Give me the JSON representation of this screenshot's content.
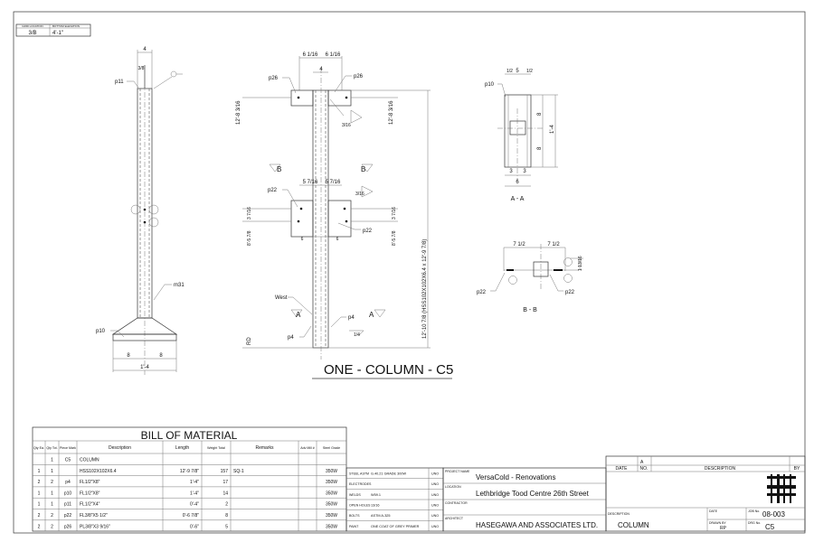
{
  "grid_box": {
    "grid_location_label": "GRID LOCATION",
    "bottom_elevation_label": "BOTTOM ELEVATION",
    "grid_location": "3/B",
    "bottom_elevation": "4'-1\""
  },
  "side_view": {
    "top_width": "4",
    "plate_thk": "3/8",
    "p11": "p11",
    "m31": "m31",
    "p10": "p10",
    "half_left": "8",
    "half_right": "8",
    "base_width": "1'-4"
  },
  "front_view": {
    "top_left": "6 1/16",
    "top_right": "6 1/16",
    "tube": "4",
    "p26_left": "p26",
    "p26_right": "p26",
    "elev_top_left": "12'-8 3/16",
    "elev_top_right": "12'-8 3/16",
    "weld_top": "3/16",
    "section_b_left": "B",
    "section_b_right": "B",
    "mid_left": "5 7/16",
    "mid_right": "5 7/16",
    "weld_mid": "3/16",
    "p22_left": "p22",
    "p22_right": "p22",
    "spacing_left": "3 7/16",
    "spacing_right": "3 7/16",
    "elev_mid_left": "8'-5 7/8",
    "elev_mid_right": "8'-5 7/8",
    "plate_left": "6",
    "plate_right": "6",
    "overall": "12'-10 7/8 (HSS102X102X6.4 x 12'-9 7/8)",
    "west": "West",
    "section_a_left": "A",
    "section_a_right": "A",
    "p4_left": "p4",
    "p4_right": "p4",
    "weld_bottom": "1/4",
    "rd": "RD",
    "title": "ONE - COLUMN - C5"
  },
  "section_aa": {
    "dim_left": "1/2",
    "dim_mid": "5",
    "dim_right": "1/2",
    "p10": "p10",
    "h1": "8",
    "h2": "8",
    "height": "1'-4",
    "w1": "3",
    "w2": "3",
    "width": "6",
    "title": "A - A"
  },
  "section_bb": {
    "left": "7 1/2",
    "right": "7 1/2",
    "height": "1 13/16",
    "p22_left": "p22",
    "p22_right": "p22",
    "title": "B - B"
  },
  "bill_of_material": {
    "title": "BILL OF MATERIAL",
    "headers": [
      "Qty Ea.",
      "Qty Tot.",
      "Piece Mark",
      "Description",
      "Length",
      "Weight Total",
      "Remarks",
      "Adv Mill #",
      "Steel Grade"
    ],
    "rows": [
      [
        "",
        "1",
        "C5",
        "COLUMN",
        "",
        "",
        "",
        "",
        ""
      ],
      [
        "1",
        "1",
        "",
        "HSS102X102X6.4",
        "12'-9 7/8\"",
        "157",
        "SQ-1",
        "",
        "350W"
      ],
      [
        "2",
        "2",
        "p4",
        "FL1/2\"X8\"",
        "1'-4\"",
        "17",
        "",
        "",
        "350W"
      ],
      [
        "1",
        "1",
        "p10",
        "FL1/2\"X8\"",
        "1'-4\"",
        "14",
        "",
        "",
        "350W"
      ],
      [
        "1",
        "1",
        "p11",
        "FL1/2\"X4\"",
        "0'-4\"",
        "2",
        "",
        "",
        "350W"
      ],
      [
        "2",
        "2",
        "p22",
        "FL3/8\"X5 1/2\"",
        "0'-6 7/8\"",
        "8",
        "",
        "",
        "350W"
      ],
      [
        "2",
        "2",
        "p26",
        "PL3/8\"X3 9/16\"",
        "0'-6\"",
        "5",
        "",
        "",
        "350W"
      ]
    ]
  },
  "specs": [
    {
      "label": "STEEL ASTM",
      "value": "G.40.21 GRADE 300W",
      "uno": "UNO"
    },
    {
      "label": "ELECTRODES",
      "value": "",
      "uno": "UNO"
    },
    {
      "label": "WELDS",
      "value": "W59.1",
      "uno": "UNO"
    },
    {
      "label": "OPEN HOLES",
      "value": "13/16",
      "uno": "UNO"
    },
    {
      "label": "BOLTS",
      "value": "ASTM A-325",
      "uno": "UNO"
    },
    {
      "label": "PAINT",
      "value": "ONE COAT OF GREY PRIMER",
      "uno": "UNO"
    }
  ],
  "project": {
    "project_name_label": "PROJECT NAME",
    "project_name": "VersaCold - Renovations",
    "location_label": "LOCATION",
    "location": "Lethbridge Tood Centre 26th Street",
    "contractor_label": "CONTRACTOR",
    "contractor": "",
    "architect_label": "ARCHITECT",
    "architect": "HASEGAWA AND ASSOCIATES LTD."
  },
  "revisions": {
    "date": "DATE",
    "a": "A",
    "no": "NO.",
    "description": "DESCRIPTION",
    "by": "BY"
  },
  "title_block": {
    "description_label": "DESCRIPTION",
    "description": "COLUMN",
    "date_label": "DATE",
    "drawn_by_label": "DRAWN BY",
    "drawn_by": "RP",
    "job_label": "JOB No.",
    "job": "08-003",
    "dwg_label": "DRG No.",
    "dwg": "C5"
  }
}
